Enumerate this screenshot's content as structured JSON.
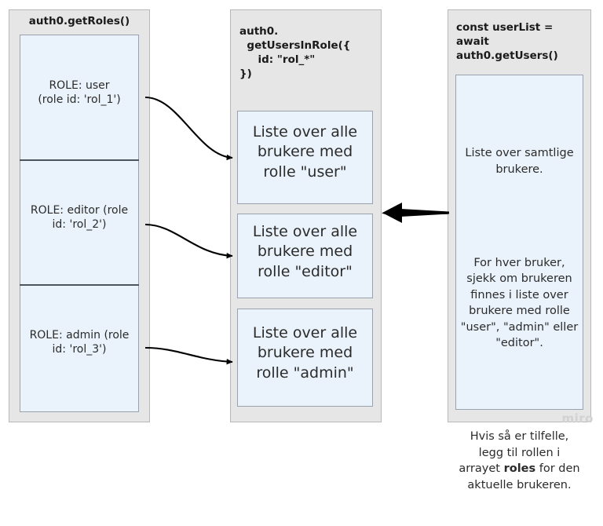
{
  "diagram": {
    "title": "auth0 roles and users mapping flow",
    "watermark": "miro",
    "colors": {
      "container_fill": "#e6e6e6",
      "container_border": "#b8b8b8",
      "panel_fill": "#eaf3fb",
      "panel_border": "#9aa3ad",
      "text": "#2b2b2b",
      "arrow": "#000000"
    }
  },
  "columns": {
    "roles": {
      "header": "auth0.getRoles()",
      "items": [
        {
          "label": "ROLE: user\n(role id: 'rol_1')",
          "role": "user",
          "role_id": "rol_1"
        },
        {
          "label": "ROLE: editor (role\nid: 'rol_2')",
          "role": "editor",
          "role_id": "rol_2"
        },
        {
          "label": "ROLE: admin (role\nid: 'rol_3')",
          "role": "admin",
          "role_id": "rol_3"
        }
      ]
    },
    "users_in_role": {
      "header": "auth0.\n  getUsersInRole({\n     id: \"rol_*\"\n})",
      "items": [
        {
          "label": "Liste over alle brukere med rolle \"user\"",
          "role": "user"
        },
        {
          "label": "Liste over alle brukere med rolle \"editor\"",
          "role": "editor"
        },
        {
          "label": "Liste over alle brukere med rolle \"admin\"",
          "role": "admin"
        }
      ]
    },
    "user_list": {
      "header": "const userList = await\nauth0.getUsers()",
      "paragraphs": [
        "Liste over samtlige brukere.",
        "For hver bruker, sjekk om brukeren finnes i liste over brukere med rolle \"user\", \"admin\" eller \"editor\".",
        "Hvis så er tilfelle, legg til rollen i arrayet ",
        " for den aktuelle brukeren."
      ],
      "emphasis": "roles"
    }
  },
  "connectors": [
    {
      "name": "role-user-to-list-user",
      "from": "ROLE: user",
      "to": "Liste over alle brukere med rolle \"user\"",
      "style": "thin-curved-arrow"
    },
    {
      "name": "role-editor-to-list-editor",
      "from": "ROLE: editor",
      "to": "Liste over alle brukere med rolle \"editor\"",
      "style": "thin-curved-arrow"
    },
    {
      "name": "role-admin-to-list-admin",
      "from": "ROLE: admin",
      "to": "Liste over alle brukere med rolle \"admin\"",
      "style": "thin-curved-arrow"
    },
    {
      "name": "userlist-to-role-lists",
      "from": "const userList = await auth0.getUsers()",
      "to": "auth0.getUsersInRole",
      "style": "thick-straight-arrow"
    }
  ]
}
